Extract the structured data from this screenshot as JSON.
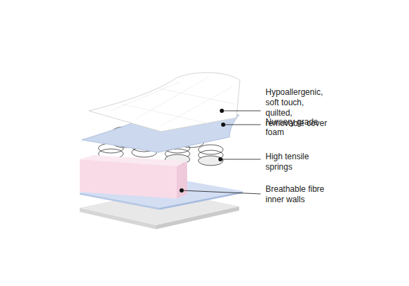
{
  "diagram": {
    "labels": [
      "Hypoallergenic, soft touch, quilted, removable cover",
      "Nursery grade foam",
      "High tensile springs",
      "Breathable fibre inner walls"
    ]
  }
}
